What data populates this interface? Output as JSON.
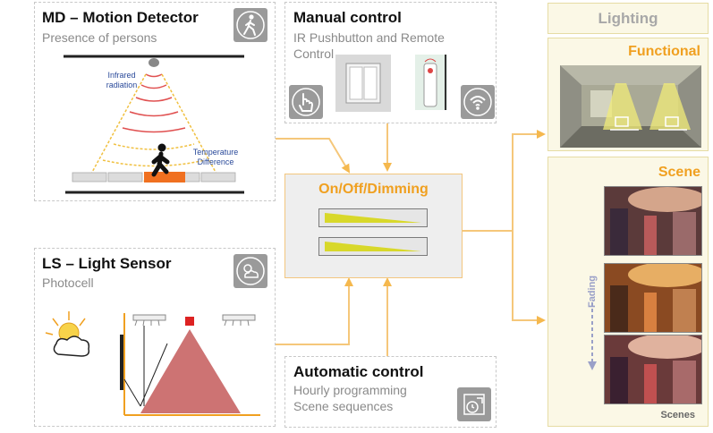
{
  "md": {
    "title": "MD – Motion Detector",
    "subtitle": "Presence of persons",
    "label_ir": "Infrared radiation",
    "label_temp": "Temperature Difference"
  },
  "manual": {
    "title": "Manual control",
    "subtitle": "IR Pushbutton and Remote Control"
  },
  "ls": {
    "title": "LS – Light Sensor",
    "subtitle": "Photocell"
  },
  "auto": {
    "title": "Automatic control",
    "line1": "Hourly programming",
    "line2": "Scene sequences"
  },
  "center": {
    "label": "On/Off/Dimming"
  },
  "lighting": {
    "header": "Lighting",
    "functional": "Functional",
    "scene": "Scene",
    "fading": "Fading",
    "scenes": "Scenes"
  },
  "colors": {
    "accent": "#f0a020",
    "arrow": "#f5c77a",
    "header_bg": "#fbf8e6",
    "wedge": "#d8d82a"
  },
  "icons": [
    "walking-person-icon",
    "pointing-hand-icon",
    "wireless-signal-icon",
    "sun-cloud-icon",
    "clock-icon"
  ]
}
